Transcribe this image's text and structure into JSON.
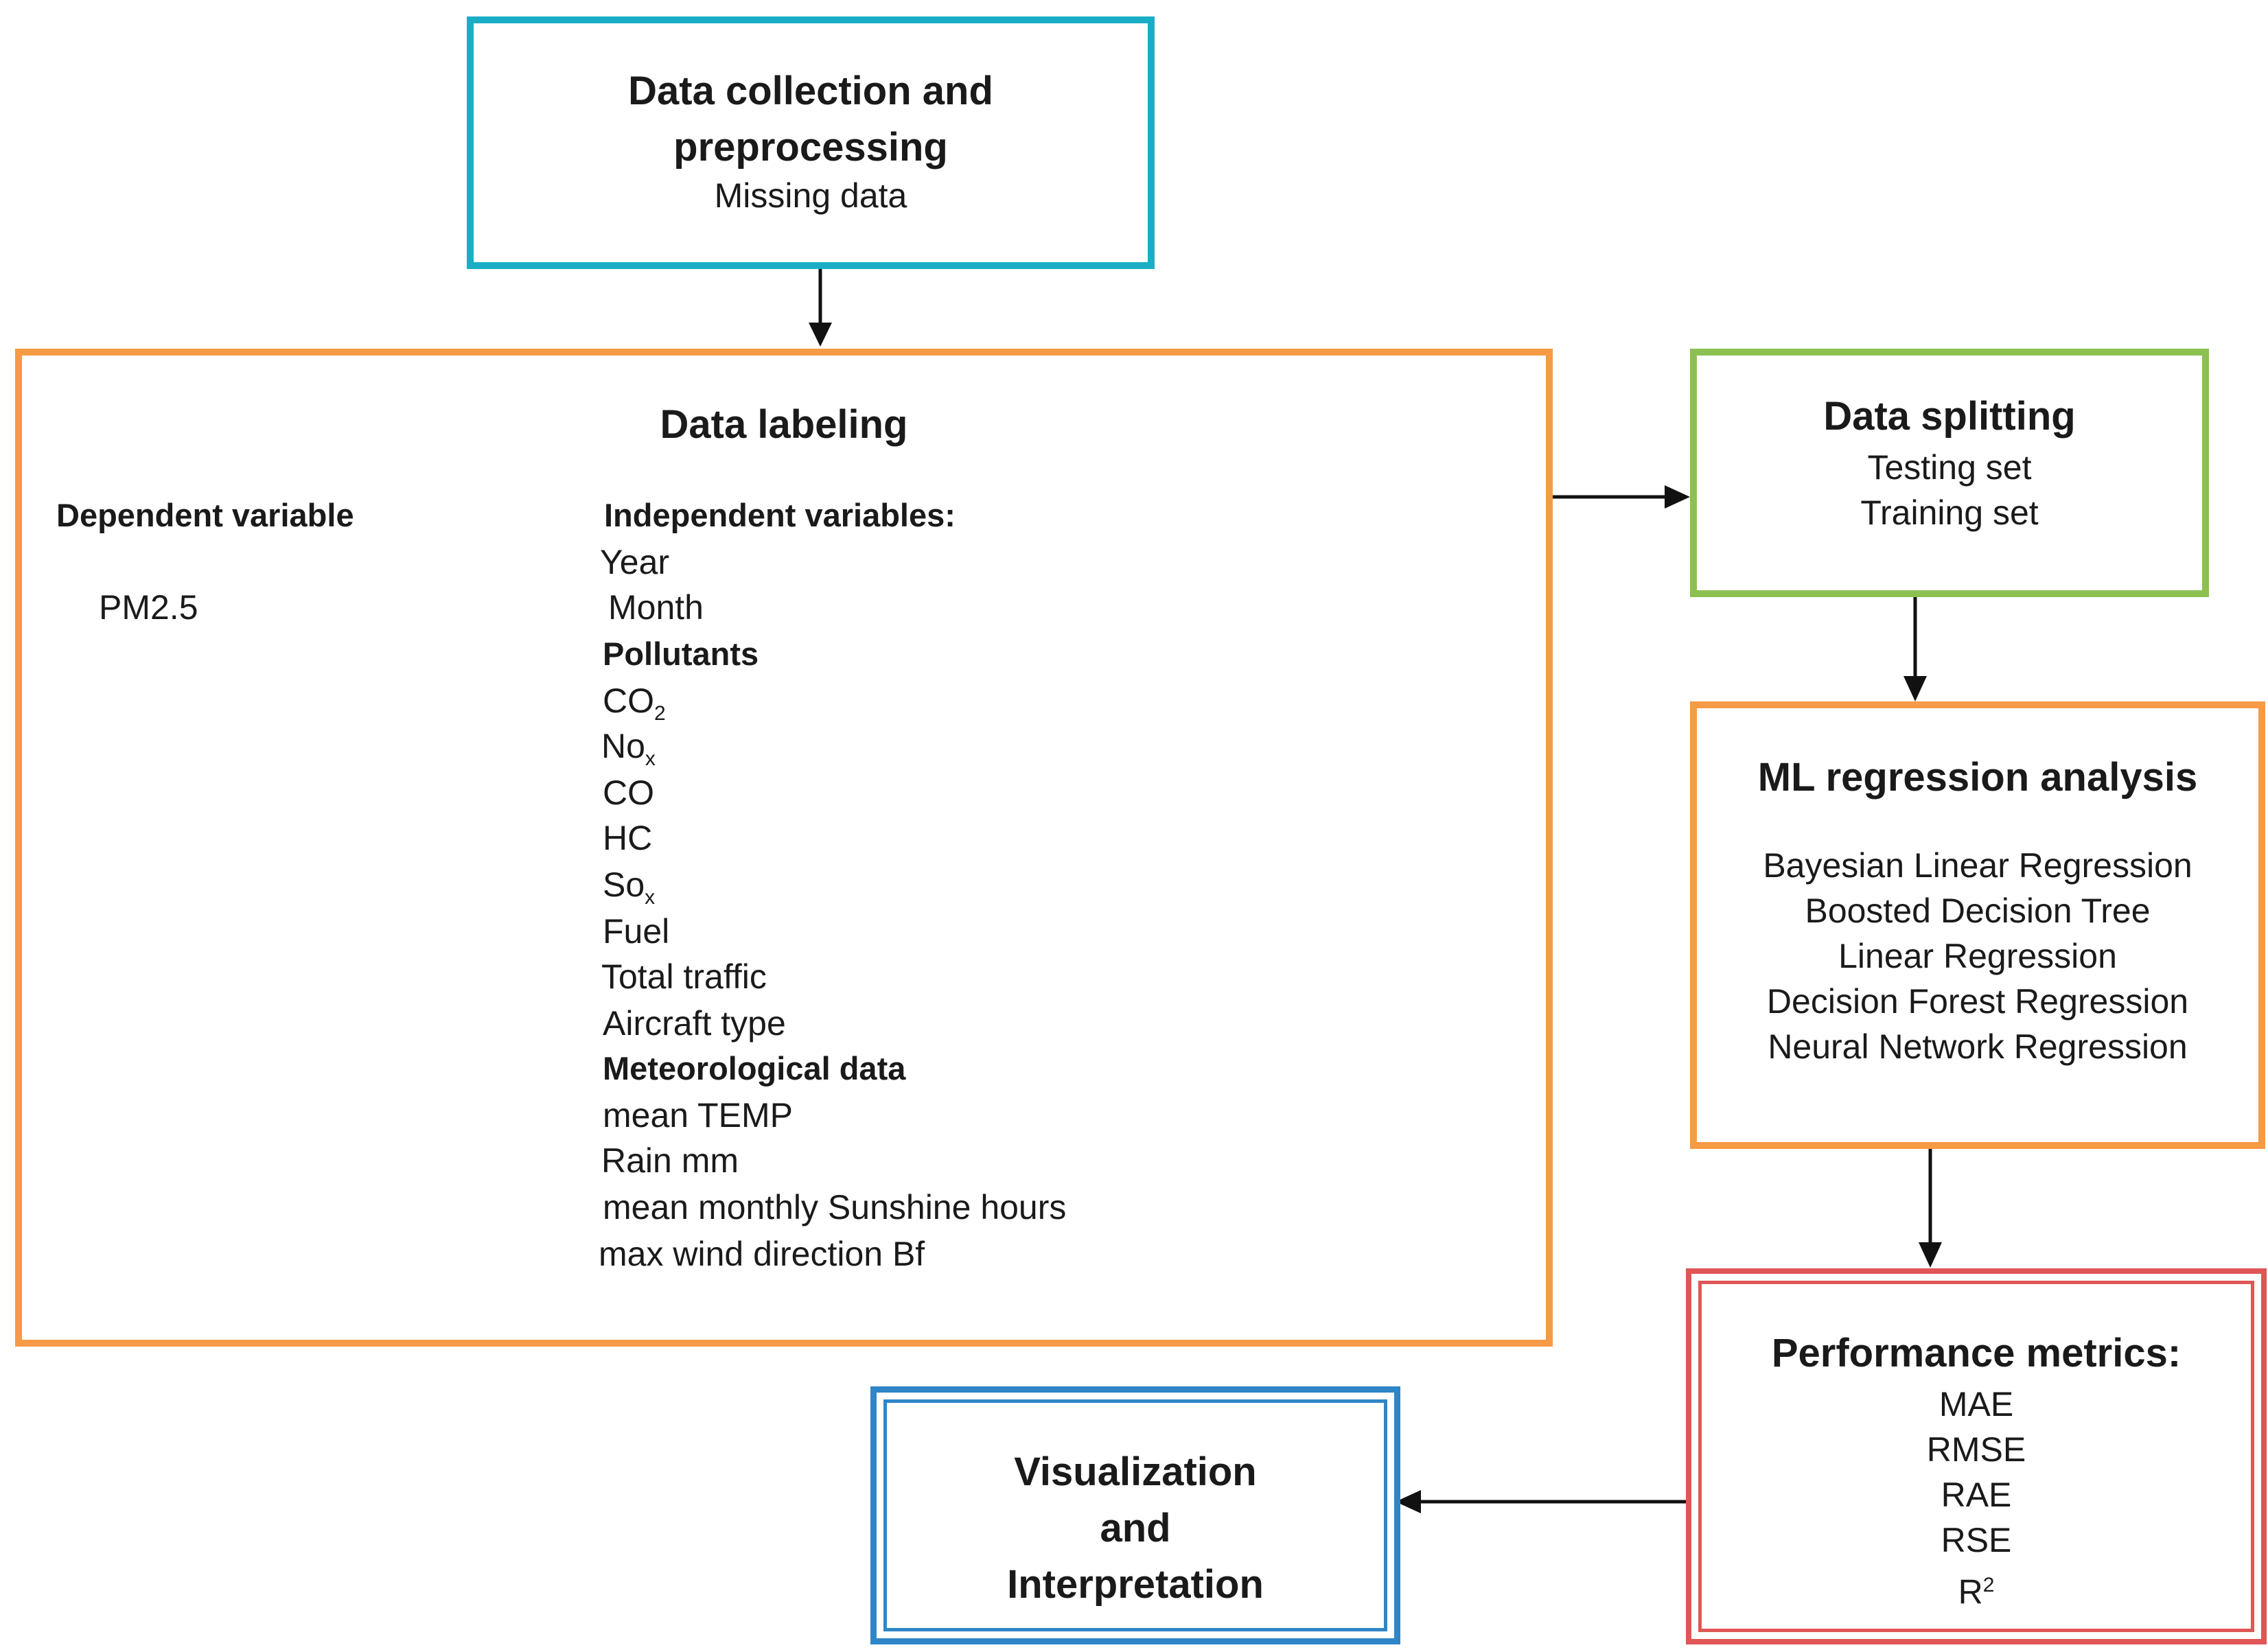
{
  "collection": {
    "title_line1": "Data collection and",
    "title_line2": "preprocessing",
    "subtitle": "Missing data",
    "color": "#1aaec6"
  },
  "labeling": {
    "title": "Data labeling",
    "color": "#f79a46",
    "dependent": {
      "heading": "Dependent variable",
      "value": "PM2.5"
    },
    "independent": {
      "heading": "Independent variables:",
      "year": "Year",
      "month": "Month",
      "pollutants_heading": "Pollutants",
      "co2": {
        "base": "CO",
        "sub": "2"
      },
      "nox": {
        "base": "No",
        "sub": "x"
      },
      "co": "CO",
      "hc": "HC",
      "sox": {
        "base": "So",
        "sub": "x"
      },
      "fuel": "Fuel",
      "total_traffic": "Total traffic",
      "aircraft_type": "Aircraft type",
      "meteo_heading": "Meteorological data",
      "mean_temp": "mean TEMP",
      "rain": "Rain mm",
      "sunshine": "mean monthly Sunshine hours",
      "wind": "max wind direction Bf"
    }
  },
  "splitting": {
    "title": "Data splitting",
    "items": [
      "Testing set",
      "Training set"
    ],
    "color": "#8cc152"
  },
  "ml": {
    "title": "ML regression analysis",
    "items": [
      "Bayesian Linear Regression",
      "Boosted Decision Tree",
      "Linear Regression",
      "Decision Forest Regression",
      "Neural Network Regression"
    ],
    "color": "#f79a46"
  },
  "metrics": {
    "title": "Performance metrics:",
    "items": [
      "MAE",
      "RMSE",
      "RAE",
      "RSE"
    ],
    "r2": {
      "base": "R",
      "sup": "2"
    },
    "color": "#e05656"
  },
  "visualization": {
    "line1": "Visualization",
    "line2": "and",
    "line3": "Interpretation",
    "color": "#2e86c8"
  }
}
